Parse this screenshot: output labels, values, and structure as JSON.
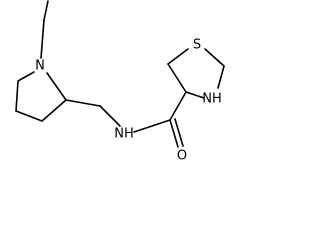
{
  "atoms": {
    "ring_nitrogen": "N",
    "amide_nitrogen": "NH",
    "carbonyl_oxygen": "O",
    "thiazolidine_sulfur": "S",
    "thiazolidine_nitrogen": "NH"
  }
}
